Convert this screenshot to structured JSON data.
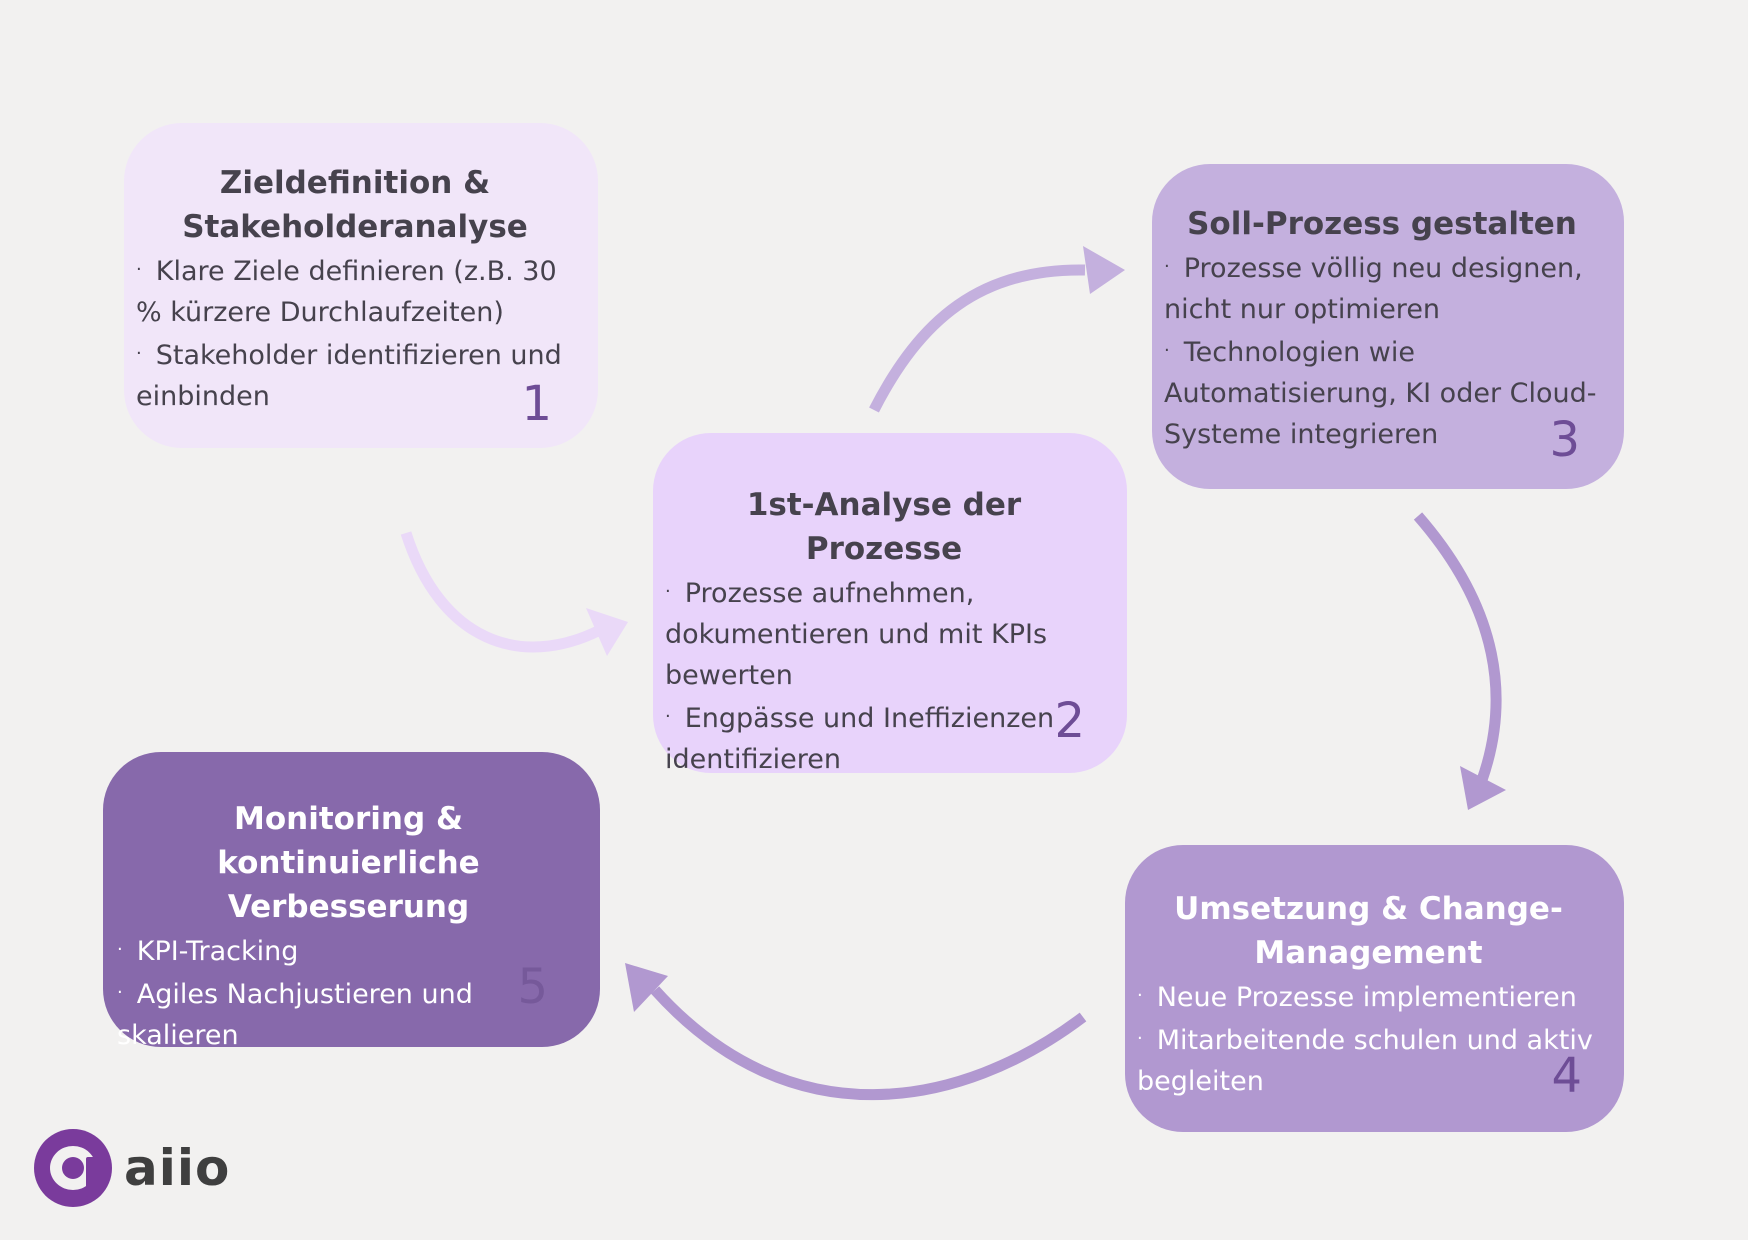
{
  "colors": {
    "background": "#f2f1f0",
    "step1": "#f1e6f9",
    "step2": "#e8d3fb",
    "step3": "#c4b0de",
    "step4": "#b198d0",
    "step5": "#8769ab",
    "arrow_light": "#ead9f8",
    "arrow_mid": "#c4b0de",
    "arrow_dark": "#b198d0",
    "logo": "#7a3b9c"
  },
  "steps": [
    {
      "number": "1",
      "title": "Zieldefinition & Stakeholderanalyse",
      "bullets": [
        "Klare Ziele definieren (z.B. 30 % kürzere Durchlaufzeiten)",
        "Stakeholder identifizieren und einbinden"
      ]
    },
    {
      "number": "2",
      "title": "1st-Analyse der Prozesse",
      "bullets": [
        "Prozesse aufnehmen, dokumentieren und mit KPIs bewerten",
        "Engpässe und Ineffizienzen identifizieren"
      ]
    },
    {
      "number": "3",
      "title": "Soll-Prozess gestalten",
      "bullets": [
        "Prozesse völlig neu designen, nicht nur optimieren",
        "Technologien wie Automatisierung, KI oder Cloud-Systeme integrieren"
      ]
    },
    {
      "number": "4",
      "title": "Umsetzung & Change-Management",
      "bullets": [
        "Neue Prozesse implementieren",
        "Mitarbeitende schulen und aktiv begleiten"
      ]
    },
    {
      "number": "5",
      "title": "Monitoring & kontinuierliche Verbesserung",
      "bullets": [
        "KPI-Tracking",
        "Agiles Nachjustieren und skalieren"
      ]
    }
  ],
  "logo": {
    "text": "aiio",
    "icon": "aiio-logo-icon"
  }
}
